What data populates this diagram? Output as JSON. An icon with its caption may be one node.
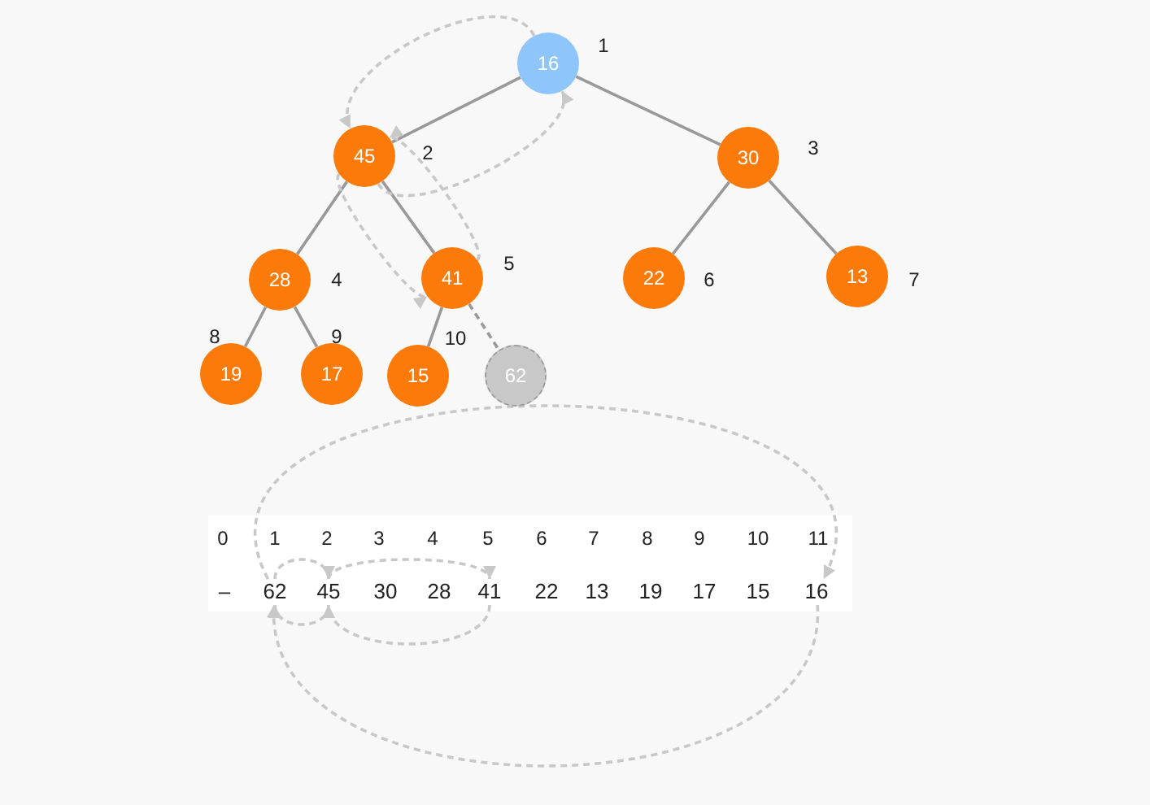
{
  "diagram": {
    "nodes": [
      {
        "text": [
          "16"
        ],
        "beside": [
          "1"
        ]
      },
      {
        "text": [
          "45"
        ],
        "beside": [
          "2"
        ]
      },
      {
        "text": [
          "30"
        ],
        "beside": [
          "3"
        ]
      },
      {
        "text": [
          "28"
        ],
        "beside": [
          "4"
        ]
      },
      {
        "text": [
          "41"
        ],
        "beside": [
          "5"
        ]
      },
      {
        "text": [
          "22"
        ],
        "beside": [
          "6"
        ]
      },
      {
        "text": [
          "13"
        ],
        "beside": [
          "7"
        ]
      },
      {
        "text": [
          "19"
        ],
        "beside": [
          "8"
        ]
      },
      {
        "text": [
          "17"
        ],
        "beside": [
          "9"
        ]
      },
      {
        "text": [
          "15"
        ],
        "beside": [
          "10"
        ]
      },
      {
        "text": [
          "62"
        ]
      },
      {
        "text": [
          "–"
        ],
        "beside": [
          "0"
        ]
      },
      {
        "text": [
          "62"
        ],
        "beside": [
          "1"
        ]
      },
      {
        "text": [
          "45"
        ],
        "beside": [
          "2"
        ]
      },
      {
        "text": [
          "30"
        ],
        "beside": [
          "3"
        ]
      },
      {
        "text": [
          "28"
        ],
        "beside": [
          "4"
        ]
      },
      {
        "text": [
          "41"
        ],
        "beside": [
          "5"
        ]
      },
      {
        "text": [
          "22"
        ],
        "beside": [
          "6"
        ]
      },
      {
        "text": [
          "13"
        ],
        "beside": [
          "7"
        ]
      },
      {
        "text": [
          "19"
        ],
        "beside": [
          "8"
        ]
      },
      {
        "text": [
          "17"
        ],
        "beside": [
          "9"
        ]
      },
      {
        "text": [
          "15"
        ],
        "beside": [
          "10"
        ]
      },
      {
        "text": [
          "16"
        ],
        "beside": [
          "11"
        ]
      }
    ],
    "edges": [
      {
        "from": 0,
        "to": 1,
        "arrow": "none"
      },
      {
        "from": 0,
        "to": 2,
        "arrow": "none"
      },
      {
        "from": 1,
        "to": 3,
        "arrow": "none"
      },
      {
        "from": 1,
        "to": 4,
        "arrow": "none"
      },
      {
        "from": 2,
        "to": 5,
        "arrow": "none"
      },
      {
        "from": 2,
        "to": 6,
        "arrow": "none"
      },
      {
        "from": 3,
        "to": 7,
        "arrow": "none"
      },
      {
        "from": 3,
        "to": 8,
        "arrow": "none"
      },
      {
        "from": 4,
        "to": 9,
        "arrow": "none"
      },
      {
        "from": 4,
        "to": 10,
        "arrow": "none",
        "style": "dashed"
      },
      {
        "from": 0,
        "to": 1,
        "arrow": "to",
        "style": "dashed",
        "color": "#c8c8c8"
      },
      {
        "from": 1,
        "to": 0,
        "arrow": "to",
        "style": "dashed",
        "color": "#c8c8c8"
      },
      {
        "from": 1,
        "to": 4,
        "arrow": "to",
        "style": "dashed",
        "color": "#c8c8c8"
      },
      {
        "from": 4,
        "to": 1,
        "arrow": "to",
        "style": "dashed",
        "color": "#c8c8c8"
      },
      {
        "from": 12,
        "to": 22,
        "arrow": "to",
        "style": "dashed",
        "color": "#c8c8c8"
      },
      {
        "from": 22,
        "to": 12,
        "arrow": "to",
        "style": "dashed",
        "color": "#c8c8c8"
      },
      {
        "from": 12,
        "to": 13,
        "arrow": "to",
        "style": "dashed",
        "color": "#c8c8c8"
      },
      {
        "from": 13,
        "to": 12,
        "arrow": "to",
        "style": "dashed",
        "color": "#c8c8c8"
      },
      {
        "from": 13,
        "to": 16,
        "arrow": "to",
        "style": "dashed",
        "color": "#c8c8c8"
      },
      {
        "from": 16,
        "to": 13,
        "arrow": "to",
        "style": "dashed",
        "color": "#c8c8c8"
      }
    ]
  }
}
